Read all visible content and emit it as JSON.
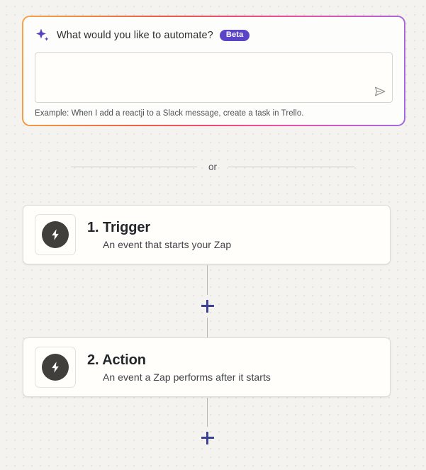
{
  "ai_card": {
    "sparkle_icon": "sparkle-icon",
    "title": "What would you like to automate?",
    "badge": "Beta",
    "input_value": "",
    "input_placeholder": "",
    "send_icon": "send-icon",
    "example": "Example: When I add a reactji to a Slack message, create a task in Trello."
  },
  "divider": {
    "label": "or"
  },
  "steps": [
    {
      "icon": "lightning-bolt-icon",
      "title": "1. Trigger",
      "subtitle": "An event that starts your Zap"
    },
    {
      "icon": "lightning-bolt-icon",
      "title": "2. Action",
      "subtitle": "An event a Zap performs after it starts"
    }
  ],
  "add_steps": [
    {
      "name": "plus-icon"
    },
    {
      "name": "plus-icon"
    }
  ],
  "colors": {
    "page_background": "#f4f3f0",
    "grid_dot": "#e2e0da",
    "badge_purple": "#5b45c7",
    "sparkle_purple": "#5343c4",
    "plus_blue": "#3b4296",
    "bolt_circle": "#403f3c",
    "card_background": "#fffefb",
    "card_border": "#dedbd4",
    "gradient_start": "#f5a54a",
    "gradient_mid": "#ec5f45",
    "gradient_end": "#a06ae0"
  }
}
